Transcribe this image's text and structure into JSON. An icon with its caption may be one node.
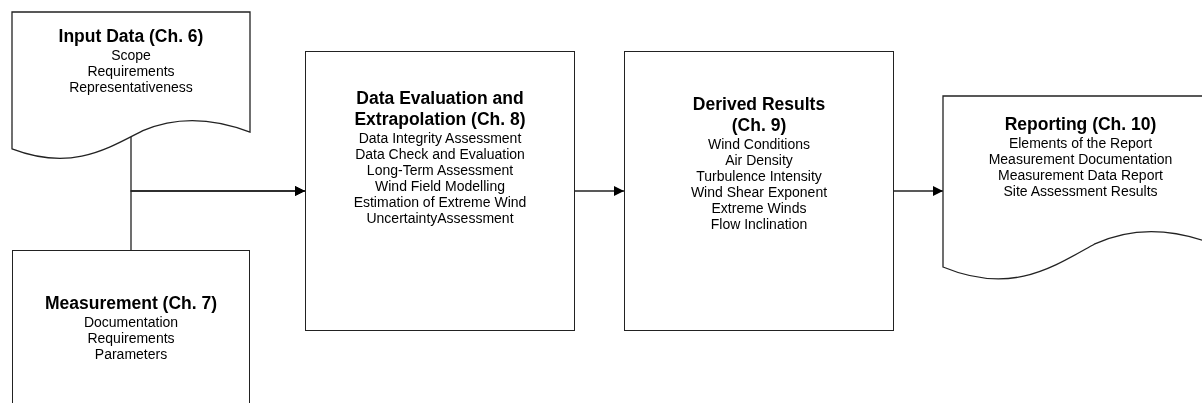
{
  "diagram": {
    "nodes": [
      {
        "text": [
          "Input Data (Ch. 6)",
          "Scope",
          "Requirements",
          "Representativeness"
        ]
      },
      {
        "text": [
          "Measurement (Ch. 7)",
          "Documentation",
          "Requirements",
          "Parameters"
        ]
      },
      {
        "text": [
          "Data Evaluation and Extrapolation (Ch. 8)",
          "Data Integrity Assessment",
          "Data Check and Evaluation",
          "Long-Term Assessment",
          "Wind Field Modelling",
          "Estimation of Extreme Wind",
          "UncertaintyAssessment"
        ]
      },
      {
        "text": [
          "Derived Results (Ch. 9)",
          "Wind Conditions",
          "Air Density",
          "Turbulence Intensity",
          "Wind Shear Exponent",
          "Extreme Winds",
          "Flow Inclination"
        ]
      },
      {
        "text": [
          "Reporting (Ch. 10)",
          "Elements of the Report",
          "Measurement Documentation",
          "Measurement Data Report",
          "Site Assessment Results"
        ]
      }
    ],
    "edges": [
      {
        "from": 0,
        "to": 2,
        "arrow": "to"
      },
      {
        "from": 1,
        "to": 2,
        "arrow": "to"
      },
      {
        "from": 2,
        "to": 3,
        "arrow": "to"
      },
      {
        "from": 3,
        "to": 4,
        "arrow": "to"
      }
    ]
  }
}
